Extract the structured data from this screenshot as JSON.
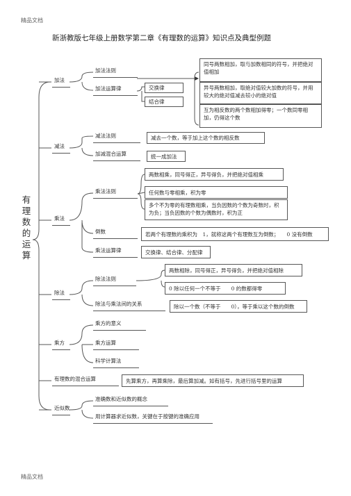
{
  "header": "精品文档",
  "footer": "精品文档",
  "title": "新浙教版七年级上册数学第二章《有理数的运算》知识点及典型例题",
  "root": "有理数的运算",
  "add": {
    "label": "加法",
    "rule": "加法法则",
    "laws": "加法运算律",
    "commutative": "交换律",
    "associative": "结合律",
    "rule_box": "同号两数相加，取与加数相同的符号，并把绝对值相加",
    "rule_box2": "异号两数相加，取绝对值较大加数的符号，并用较大的绝对值减去较小的绝对值",
    "rule_box3": "互为相反数的两个数相加得零；一个数同零相加，仍得这个数"
  },
  "sub": {
    "label": "减法",
    "rule": "减法法则",
    "rule_text": "减去一个数，等于加上这个数的相反数",
    "mixed": "加减混合运算",
    "mixed_text": "统一成加法"
  },
  "mul": {
    "label": "乘法",
    "rule": "乘法法则",
    "t1": "两数相乘，同号得正，异号得负，并把绝对值相乘",
    "t2": "任何数与零相乘，积为零",
    "t3": "多个不为零的有理数相乘，当负因数的个数为奇数时，积为负；当负因数的个数为偶数时，积为正",
    "recip": "倒数",
    "recip_text": "若两个有理数的乘积为　1，就称这两个有理数互为倒数；　　0 没有倒数",
    "laws": "乘法运算律",
    "laws_text": "交换律、结合律、分配律"
  },
  "div": {
    "label": "除法",
    "rule": "除法法则",
    "t1": "两数相除，同号得正，异号得负，并把绝对值相除",
    "t2": "0 除以任何一个不等于　　0 的数都得零",
    "relation": "除法与乘法间的关系",
    "relation_text": "除以一个数（不等于　　0），等于乘以这个数的倒数"
  },
  "pow": {
    "label": "乘方",
    "meaning": "乘方的意义",
    "ops": "乘方运算",
    "sci": "科学计算法"
  },
  "mixed": {
    "label": "有理数的混合运算",
    "text": "先算乘方，再算乘除，最后算加减。如有括号，先进行括号里的运算"
  },
  "approx": {
    "label": "近似数",
    "t1": "准确数和近似数的概念",
    "t2": "用计算器求近似数，关键在于按键的准确应用"
  }
}
